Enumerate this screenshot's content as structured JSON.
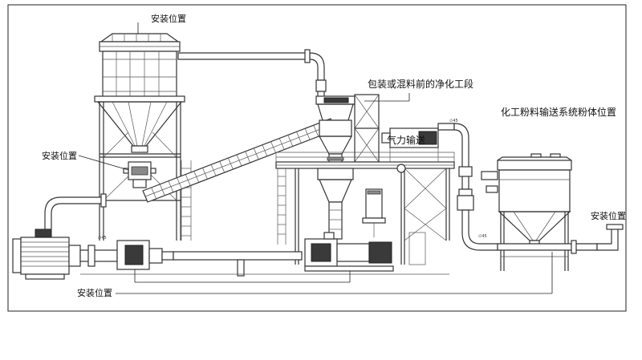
{
  "labels": {
    "install_top": "安装位置",
    "install_left": "安装位置",
    "install_bottom": "安装位置",
    "install_right": "安装位置",
    "purification": "包装或混料前的净化工段",
    "pneumatic": "气力输送",
    "system_title": "化工粉料输送系统粉体位置"
  },
  "dimension_marks": {
    "d1": "∅45",
    "d2": "∅45",
    "d3": "∅45"
  }
}
